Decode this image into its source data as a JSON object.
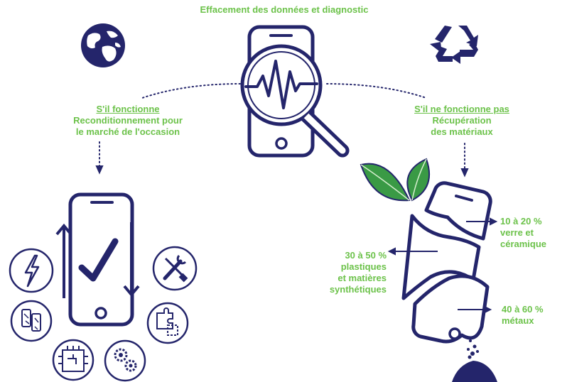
{
  "title": "Effacement des données et diagnostic",
  "left_branch": {
    "heading": "S'il fonctionne",
    "line1": "Reconditionnement pour",
    "line2": "le marché de l'occasion"
  },
  "right_branch": {
    "heading": "S'il ne fonctionne pas",
    "line1": "Récupération",
    "line2": "des matériaux"
  },
  "materials": {
    "glass": {
      "l1": "10 à 20 %",
      "l2": "verre et",
      "l3": "céramique"
    },
    "plastic": {
      "l1": "30 à 50 %",
      "l2": "plastiques",
      "l3": "et matières",
      "l4": "synthétiques"
    },
    "metal": {
      "l1": "40 à 60 %",
      "l2": "métaux"
    }
  },
  "colors": {
    "navy": "#24256b",
    "green": "#6cc24a",
    "leaf": "#3a9a45"
  },
  "icons": [
    "globe-icon",
    "recycle-icon",
    "magnifier-pulse-icon",
    "phone-check-icon",
    "lightning-icon",
    "tools-icon",
    "phone-parts-icon",
    "puzzle-icon",
    "circuit-icon",
    "gears-icon",
    "leaves-icon",
    "soil-icon"
  ]
}
